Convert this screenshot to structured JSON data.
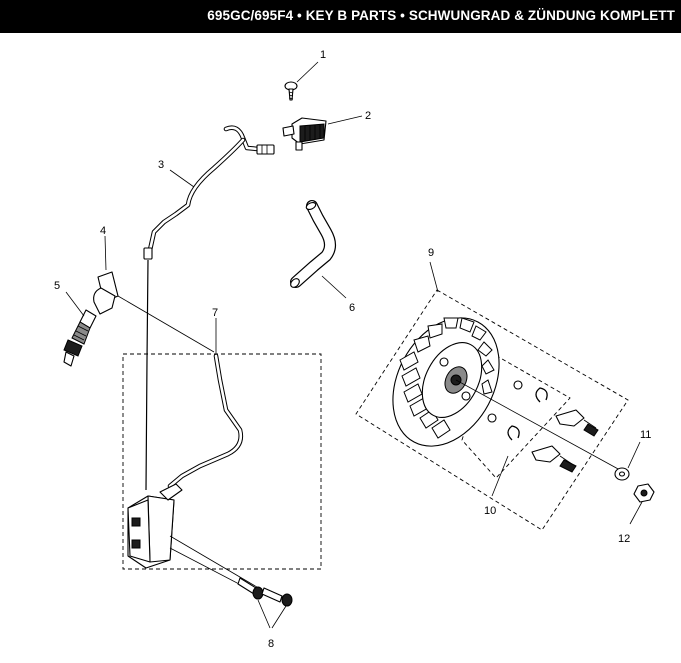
{
  "header": {
    "title": "695GC/695F4 • KEY B PARTS • SCHWUNGRAD & ZÜNDUNG KOMPLETT",
    "background": "#000000",
    "text_color": "#ffffff"
  },
  "callouts": {
    "c1": "1",
    "c2": "2",
    "c3": "3",
    "c4": "4",
    "c5": "5",
    "c6": "6",
    "c7": "7",
    "c8": "8",
    "c9": "9",
    "c10": "10",
    "c11": "11",
    "c12": "12"
  }
}
